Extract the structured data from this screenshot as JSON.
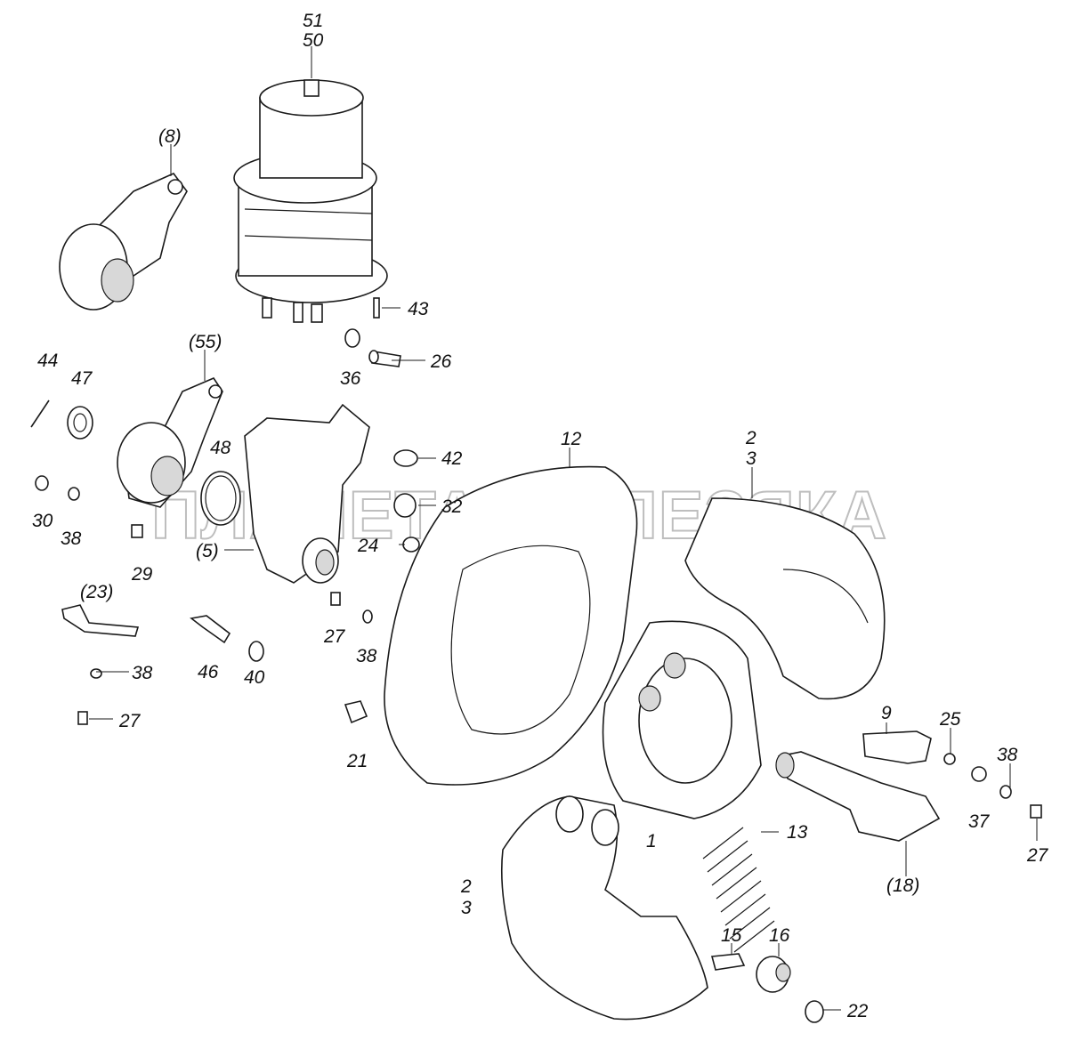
{
  "watermark": "ПЛАНЕТА ЖЕЛЕЗЯКА",
  "labels": {
    "l51": "51",
    "l50": "50",
    "l8": "(8)",
    "l43": "43",
    "l36": "36",
    "l26": "26",
    "l55": "(55)",
    "l44": "44",
    "l47": "47",
    "l48": "48",
    "l42": "42",
    "l32": "32",
    "l24": "24",
    "l30": "30",
    "l38a": "38",
    "l29": "29",
    "l5": "(5)",
    "l23": "(23)",
    "l46": "46",
    "l40": "40",
    "l27a": "27",
    "l38b": "38",
    "l38c": "38",
    "l27b": "27",
    "l21": "21",
    "l12": "12",
    "l2a": "2",
    "l3a": "3",
    "l9": "9",
    "l25": "25",
    "l38d": "38",
    "l37": "37",
    "l27c": "27",
    "l1": "1",
    "l13": "13",
    "l18": "(18)",
    "l2b": "2",
    "l3b": "3",
    "l15": "15",
    "l16": "16",
    "l22": "22"
  }
}
